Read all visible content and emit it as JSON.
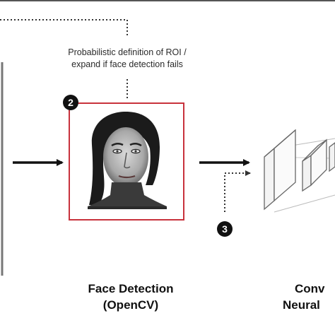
{
  "annotation": {
    "line1": "Probabilistic definition of ROI /",
    "line2": "expand if face detection fails"
  },
  "steps": {
    "step2": {
      "number": "2"
    },
    "step3": {
      "number": "3"
    }
  },
  "captions": {
    "face_detection": {
      "line1": "Face Detection",
      "line2": "(OpenCV)"
    },
    "cnn": {
      "line1": "Conv",
      "line2": "Neural"
    }
  },
  "colors": {
    "roi_box": "#c8323c",
    "arrow": "#111111",
    "dotted": "#333333"
  }
}
